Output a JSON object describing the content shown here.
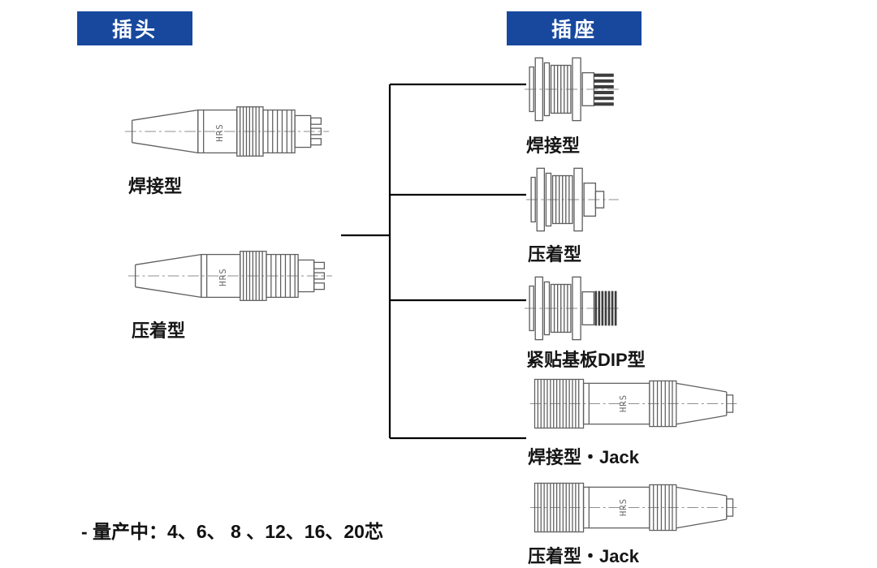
{
  "colors": {
    "header_bg": "#17489E",
    "header_text": "#FFFFFF",
    "tree_line": "#000000",
    "drawing_stroke": "#5E5E5E"
  },
  "headers": {
    "plug": {
      "label": "插头"
    },
    "socket": {
      "label": "插座"
    }
  },
  "plug_items": [
    {
      "label": "焊接型"
    },
    {
      "label": "压着型"
    }
  ],
  "socket_items": [
    {
      "label": "焊接型"
    },
    {
      "label": "压着型"
    },
    {
      "label": "紧贴基板DIP型"
    },
    {
      "label": "焊接型・Jack"
    },
    {
      "label": "压着型・Jack"
    }
  ],
  "drawing_marking": "HRS",
  "footer": {
    "note": "- 量产中：4、6、 8 、12、16、20芯"
  }
}
